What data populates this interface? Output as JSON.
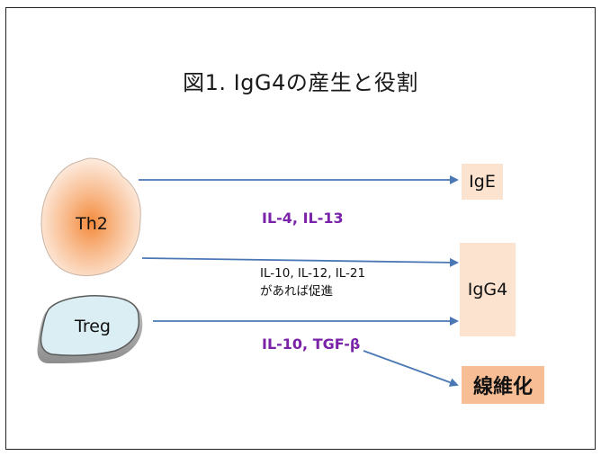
{
  "title": "図1. IgG4の産生と役割",
  "cells": {
    "th2": "Th2",
    "treg": "Treg"
  },
  "outputs": {
    "ige": "IgE",
    "igg4": "IgG4",
    "fibrosis": "線維化"
  },
  "labels": {
    "il4_il13": "IL-4, IL-13",
    "il10_il12_il21": "IL-10, IL-12, IL-21",
    "promote": "があれば促進",
    "il10_tgfb": "IL-10, TGF-β"
  },
  "colors": {
    "arrow": "#4a78b5",
    "purple_text": "#7a23a8",
    "output_box": "#fbe3d0",
    "fibrosis_box": "#f7be96",
    "treg_fill": "#daeef4"
  }
}
